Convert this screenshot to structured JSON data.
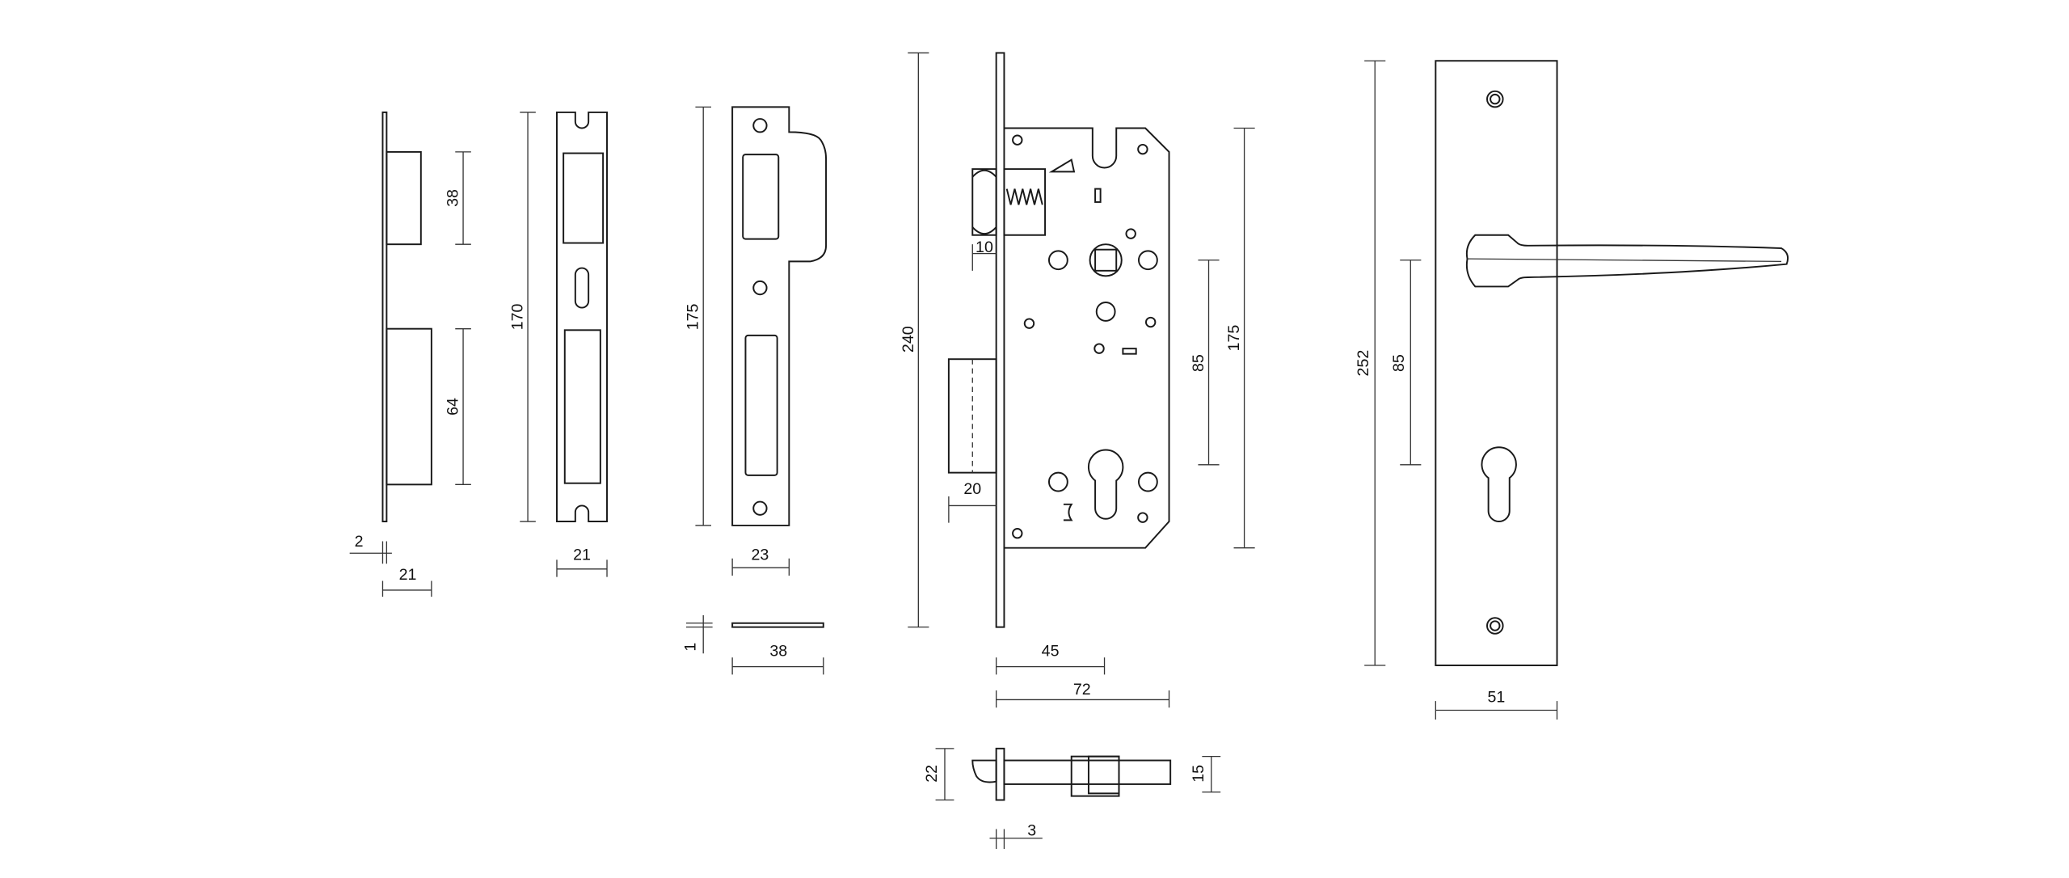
{
  "drawing": {
    "strike_side": {
      "thickness": "2",
      "width": "21",
      "upper_cutout": "38",
      "lower_cutout": "64"
    },
    "faceplate": {
      "height": "170",
      "width": "21"
    },
    "strike_plate": {
      "height": "175",
      "width": "23",
      "thickness": "1",
      "depth": "38"
    },
    "lock_body": {
      "total_height": "240",
      "latch_projection": "10",
      "bolt_projection": "20",
      "centre_distance": "85",
      "body_height": "175",
      "backset": "45",
      "body_depth": "72",
      "side_height": "22",
      "side_body_height": "15",
      "faceplate_thickness": "3"
    },
    "handle_plate": {
      "height": "252",
      "centre_distance": "85",
      "width": "51"
    }
  },
  "colors": {
    "line": "#1a1a1a",
    "background": "#ffffff"
  }
}
